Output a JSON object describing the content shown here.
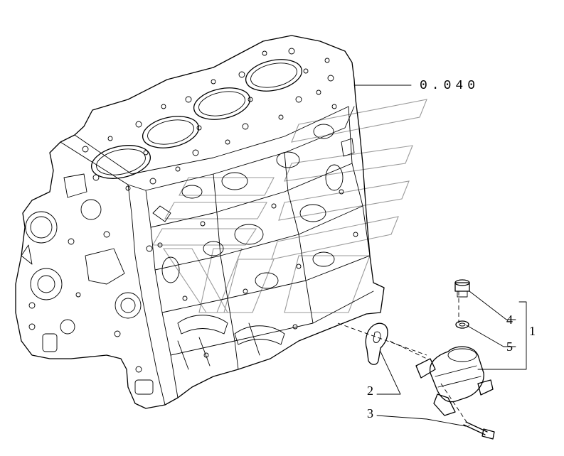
{
  "diagram": {
    "reference_code": "0.040",
    "callouts": [
      {
        "id": "1",
        "label": "1"
      },
      {
        "id": "2",
        "label": "2"
      },
      {
        "id": "3",
        "label": "3"
      },
      {
        "id": "4",
        "label": "4"
      },
      {
        "id": "5",
        "label": "5"
      }
    ]
  }
}
